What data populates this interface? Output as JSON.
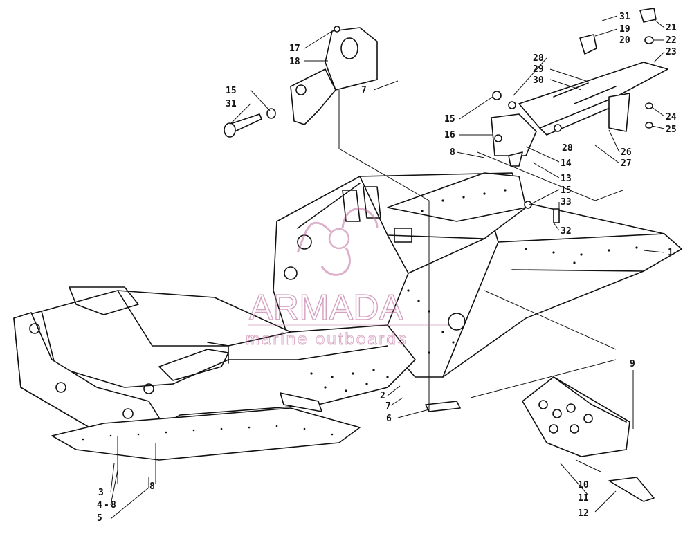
{
  "watermark": {
    "brand": "ARMADA",
    "tagline": "marine outboards",
    "color": "#c070a0"
  },
  "callouts": [
    "1",
    "2",
    "3",
    "4",
    "5",
    "6",
    "7",
    "8",
    "9",
    "10",
    "11",
    "12",
    "13",
    "14",
    "15",
    "16",
    "17",
    "18",
    "19",
    "20",
    "21",
    "22",
    "23",
    "24",
    "25",
    "26",
    "27",
    "28",
    "29",
    "30",
    "31",
    "32",
    "33"
  ],
  "labels": {
    "c1": "1",
    "c2": "2",
    "c3": "3",
    "c4": "4",
    "c4b": "8",
    "c5": "5",
    "c6": "6",
    "c7a": "7",
    "c7b": "7",
    "c8a": "8",
    "c8b": "8",
    "c9": "9",
    "c10": "10",
    "c11": "11",
    "c12": "12",
    "c13": "13",
    "c14": "14",
    "c15a": "15",
    "c15b": "15",
    "c15c": "15",
    "c16": "16",
    "c17": "17",
    "c18": "18",
    "c19": "19",
    "c20": "20",
    "c21": "21",
    "c22": "22",
    "c23": "23",
    "c24": "24",
    "c25": "25",
    "c26": "26",
    "c27": "27",
    "c28a": "28",
    "c28b": "28",
    "c29": "29",
    "c30": "30",
    "c31a": "31",
    "c31b": "31",
    "c32": "32",
    "c33": "33"
  }
}
